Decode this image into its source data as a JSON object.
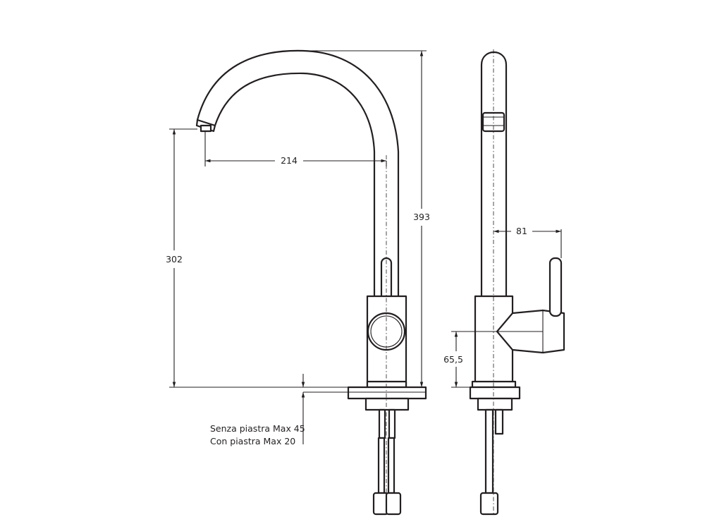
{
  "dimensions": {
    "spout_reach": "214",
    "overall_height": "393",
    "spout_height": "302",
    "lever_offset": "81",
    "handle_height": "65,5"
  },
  "notes": {
    "without_plate": "Senza piastra Max 45",
    "with_plate": "Con piastra Max 20"
  }
}
